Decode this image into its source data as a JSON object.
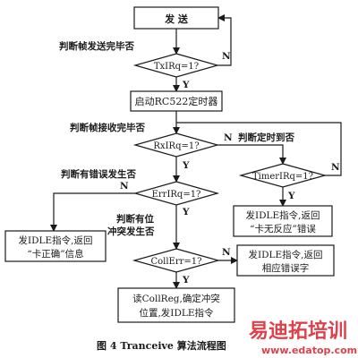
{
  "nodes": {
    "send": "发 送",
    "txirq": "TxIRq=1?",
    "start_timer": "启动RC522定时器",
    "rxirq": "RxIRq=1?",
    "errirq": "ErrIRq=1?",
    "timerirq": "TimerIRq=1?",
    "idle_no_response_1": "发IDLE指令,返回",
    "idle_no_response_2": "“卡无反应”错误",
    "idle_incorrect_1": "发IDLE指令,返回",
    "idle_incorrect_2": "“卡正确”信息",
    "collerr": "CollErr=1?",
    "idle_error_1": "发IDLE指令,返回",
    "idle_error_2": "相应错误字",
    "read_collreg_1": "读CollReg,确定冲突",
    "read_collreg_2": "位置,发IDLE指令"
  },
  "notes": {
    "check_send": "判断帧发送完毕否",
    "check_receive": "判断帧接收完毕否",
    "check_timeout": "判断定时到否",
    "check_error": "判断有错误发生否",
    "check_collision_1": "判断有位",
    "check_collision_2": "冲突发生否"
  },
  "branch_labels": {
    "yes": "Y",
    "no": "N"
  },
  "caption": "图 4   Tranceive 算法流程图",
  "watermark": {
    "text": "易迪拓培训",
    "url": "www.edatop.com"
  },
  "colors": {
    "ink": "#1a1a1a",
    "watermark": "#d8202c",
    "background": "#ffffff"
  }
}
